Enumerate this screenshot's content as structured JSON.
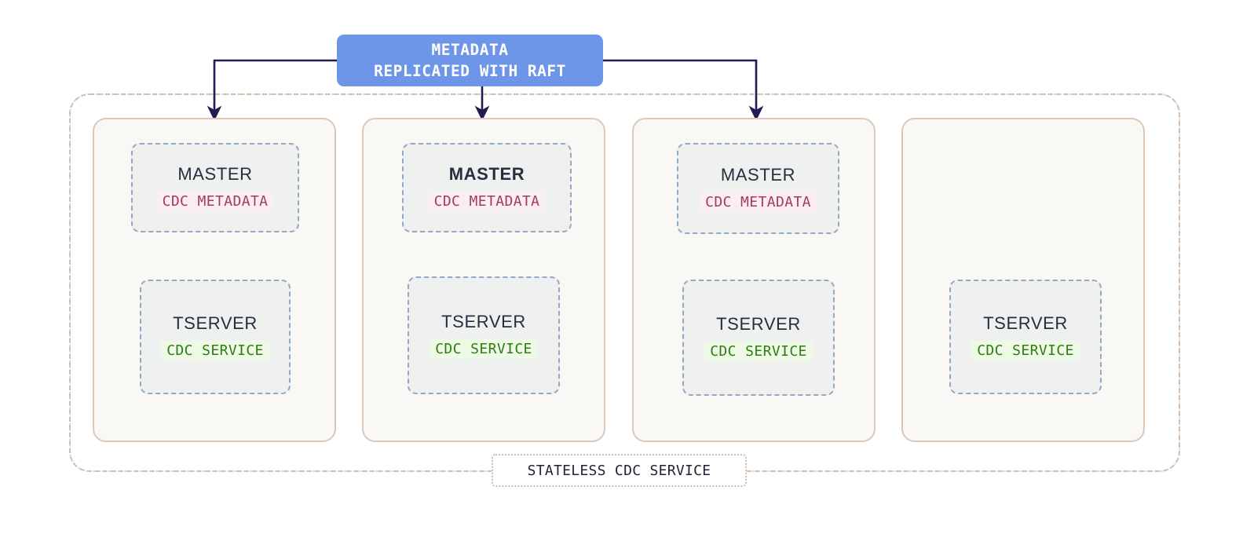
{
  "diagram": {
    "title_banner": {
      "line1": "METADATA",
      "line2": "REPLICATED WITH RAFT",
      "color": "#6e96e8",
      "text_color": "#ffffff"
    },
    "cluster_label": "STATELESS CDC SERVICE",
    "colors": {
      "boundary": "#d7c3b3",
      "node_border": "#dcc8b8",
      "node_fill": "#faf8f5",
      "proc_border": "#93a8c2",
      "proc_fill": "#eef1f0",
      "badge_metadata_text": "#a23a66",
      "badge_metadata_bg": "#fbeef3",
      "badge_service_text": "#2e7d14",
      "badge_service_bg": "#eefae6",
      "arrow": "#221b52",
      "title_text": "#25303f"
    },
    "nodes": [
      {
        "id": "node-1",
        "has_master": true,
        "master": {
          "title": "MASTER",
          "bold": false,
          "badge": "CDC METADATA"
        },
        "tserver": {
          "title": "TSERVER",
          "badge": "CDC SERVICE"
        },
        "has_incoming_arrow": true
      },
      {
        "id": "node-2",
        "has_master": true,
        "master": {
          "title": "MASTER",
          "bold": true,
          "badge": "CDC METADATA"
        },
        "tserver": {
          "title": "TSERVER",
          "badge": "CDC SERVICE"
        },
        "has_incoming_arrow": true
      },
      {
        "id": "node-3",
        "has_master": true,
        "master": {
          "title": "MASTER",
          "bold": false,
          "badge": "CDC METADATA"
        },
        "tserver": {
          "title": "TSERVER",
          "badge": "CDC SERVICE"
        },
        "has_incoming_arrow": true
      },
      {
        "id": "node-4",
        "has_master": false,
        "master": null,
        "tserver": {
          "title": "TSERVER",
          "badge": "CDC SERVICE"
        },
        "has_incoming_arrow": false
      }
    ],
    "connectors": [
      {
        "name": "raft-arrow-to-node-1",
        "from": "metadata-box-left",
        "to": "node-1"
      },
      {
        "name": "raft-arrow-to-node-2",
        "from": "metadata-box-bottom",
        "to": "node-2"
      },
      {
        "name": "raft-arrow-to-node-3",
        "from": "metadata-box-right",
        "to": "node-3"
      }
    ]
  }
}
